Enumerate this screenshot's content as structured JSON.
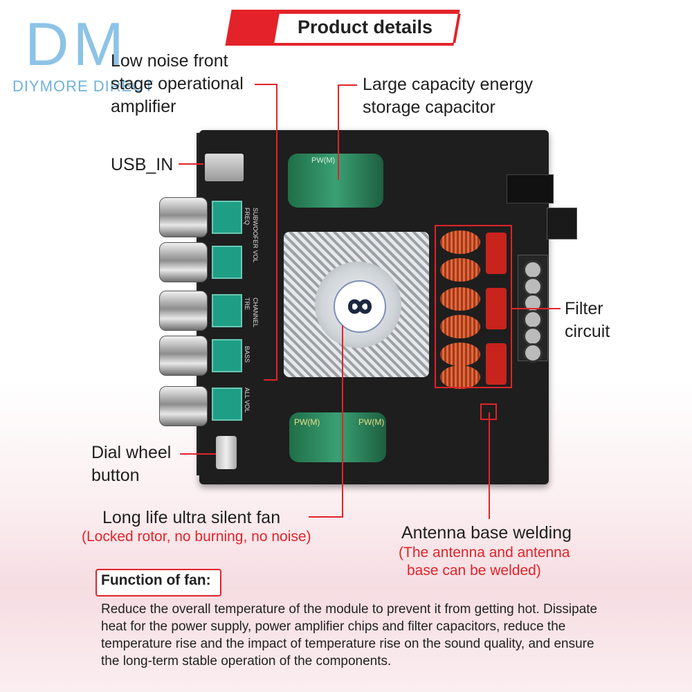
{
  "logo": {
    "mark": "DM",
    "text": "DIYMORE DIRECT"
  },
  "banner": {
    "title": "Product details"
  },
  "labels": {
    "opamp": [
      "Low noise front",
      "stage operational",
      "amplifier"
    ],
    "capacitor": [
      "Large capacity energy",
      "storage capacitor"
    ],
    "usb": "USB_IN",
    "filter": [
      "Filter",
      "circuit"
    ],
    "dial": [
      "Dial wheel",
      "button"
    ],
    "fan": "Long life ultra silent fan",
    "fan_note": "(Locked rotor, no burning, no noise)",
    "antenna": "Antenna base welding",
    "antenna_note": [
      "(The antenna and antenna",
      "base can be welded)"
    ]
  },
  "board_text": {
    "cap_top": "PW(M)",
    "cap_bottom_a": "PW(M)",
    "cap_bottom_b": "PW(M)",
    "knob_labels": [
      "FREQ",
      "SUBWOOFER VOL",
      "TRE",
      "CHANNEL",
      "BASS",
      "ALL VOL"
    ]
  },
  "function": {
    "title": "Function of fan:",
    "body": "Reduce the overall temperature of the module to prevent it from getting hot. Dissipate heat for the power supply, power amplifier chips and filter capacitors, reduce the temperature rise and the impact of temperature rise on the sound quality, and ensure the long-term stable operation of the components."
  },
  "colors": {
    "accent": "#e32329",
    "logo": "#8cc3e6"
  }
}
